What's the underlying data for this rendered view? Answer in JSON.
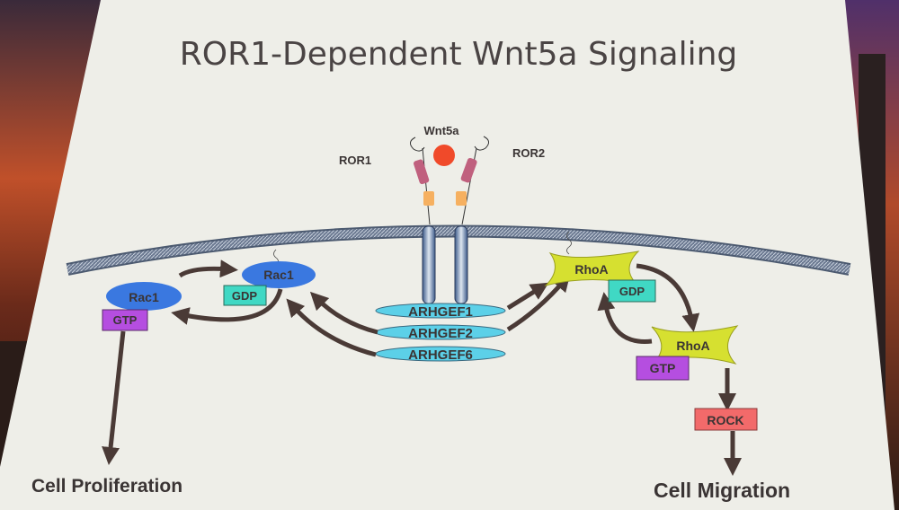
{
  "slide": {
    "title": "ROR1-Dependent Wnt5a Signaling",
    "ligand": "Wnt5a",
    "receptors": [
      "ROR1",
      "ROR2"
    ],
    "gefs": [
      "ARHGEF1",
      "ARHGEF2",
      "ARHGEF6"
    ],
    "rac1_gdp": {
      "protein": "Rac1",
      "nucleotide": "GDP"
    },
    "rac1_gtp": {
      "protein": "Rac1",
      "nucleotide": "GTP"
    },
    "rhoa_gdp": {
      "protein": "RhoA",
      "nucleotide": "GDP"
    },
    "rhoa_gtp": {
      "protein": "RhoA",
      "nucleotide": "GTP"
    },
    "effector": "ROCK",
    "outcome_left": "Cell Proliferation",
    "outcome_right": "Cell Migration"
  },
  "colors": {
    "slide_bg": "#eeeee8",
    "ligand": "#f04a2a",
    "rac1": "#3a78e0",
    "rhoa": "#d6e030",
    "gdp": "#40d8c4",
    "gtp": "#b54ee0",
    "rock": "#f26a6a",
    "gef": "#5cd0e8",
    "arrow": "#4a3a36"
  }
}
